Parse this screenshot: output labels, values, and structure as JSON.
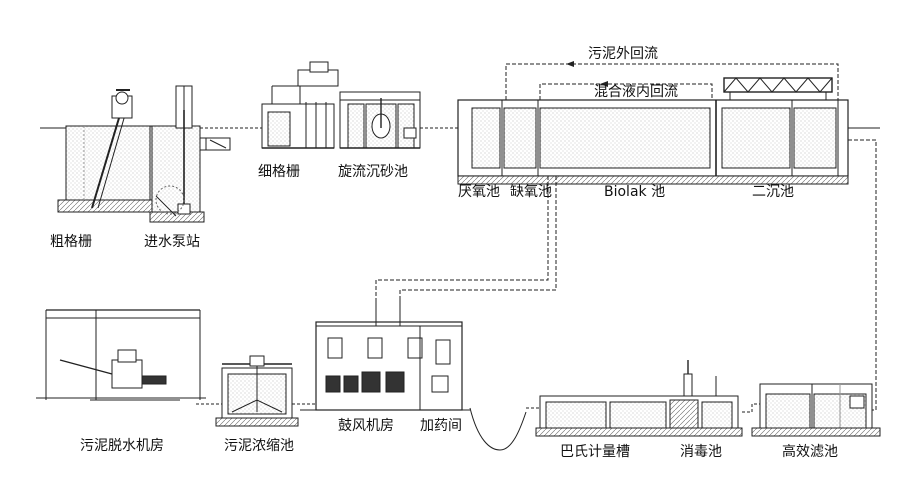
{
  "diagram": {
    "labels": {
      "coarse_screen": "粗格栅",
      "influent_pump": "进水泵站",
      "fine_screen": "细格栅",
      "grit_chamber": "旋流沉砂池",
      "anaerobic": "厌氧池",
      "anoxic": "缺氧池",
      "biolak": "Biolak 池",
      "secondary_clarifier": "二沉池",
      "sludge_external_return": "污泥外回流",
      "mixed_liquor_return": "混合液内回流",
      "high_efficiency_filter": "高效滤池",
      "disinfection": "消毒池",
      "parshall_flume": "巴氏计量槽",
      "dosing_room": "加药间",
      "blower_room": "鼓风机房",
      "sludge_thickener": "污泥浓缩池",
      "sludge_dewatering": "污泥脱水机房"
    }
  }
}
